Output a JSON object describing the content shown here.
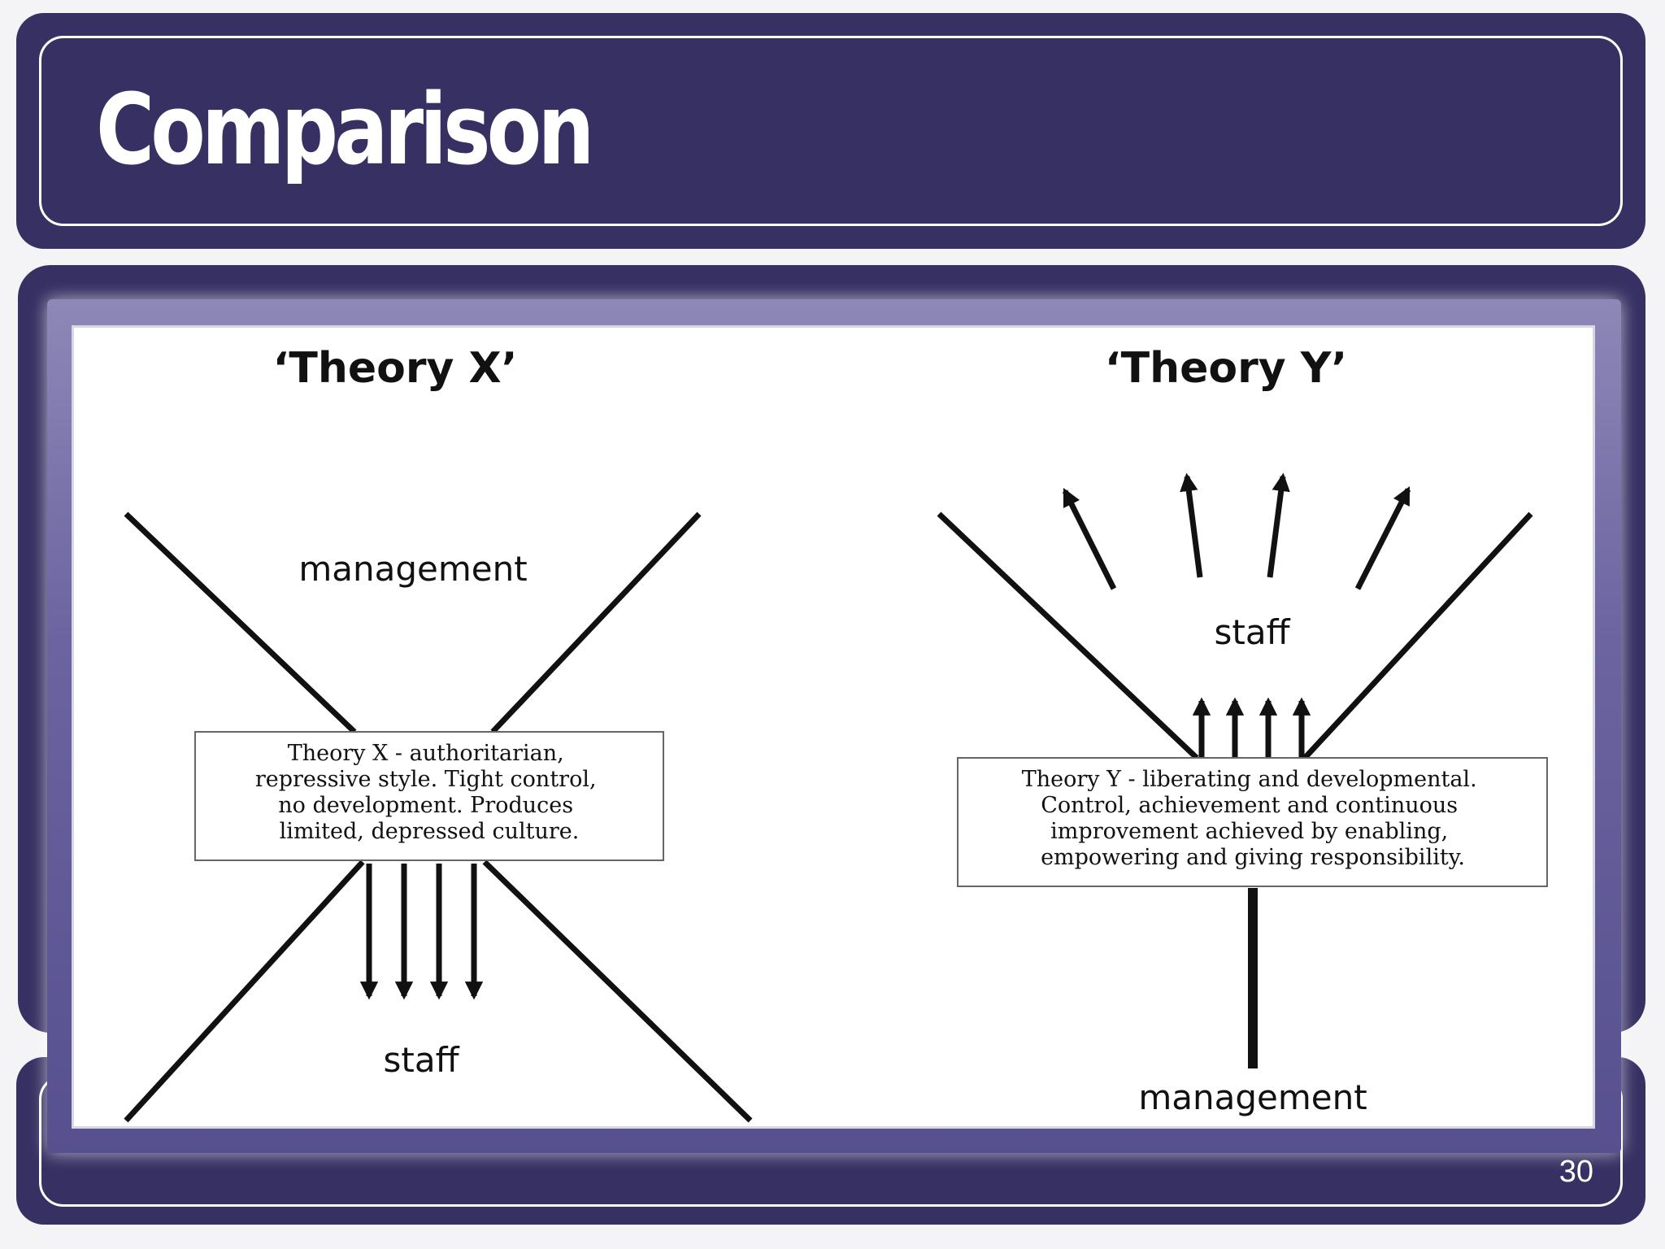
{
  "slide": {
    "title": "Comparison",
    "page_number": "30"
  },
  "theory_x": {
    "heading": "‘Theory X’",
    "top_label": "management",
    "bottom_label": "staff",
    "description_lines": [
      "Theory X - authoritarian,",
      "repressive style.  Tight control,",
      "no development.  Produces",
      "limited, depressed culture."
    ]
  },
  "theory_y": {
    "heading": "‘Theory Y’",
    "top_label": "staff",
    "bottom_label": "management",
    "description_lines": [
      "Theory Y - liberating and  developmental.",
      "Control, achievement and continuous",
      "improvement achieved by enabling,",
      "empowering and giving responsibility."
    ]
  },
  "colors": {
    "slide_navy": "#363063",
    "image_frame": "#6b64a0",
    "text": "#111111",
    "title_text": "#ffffff"
  }
}
